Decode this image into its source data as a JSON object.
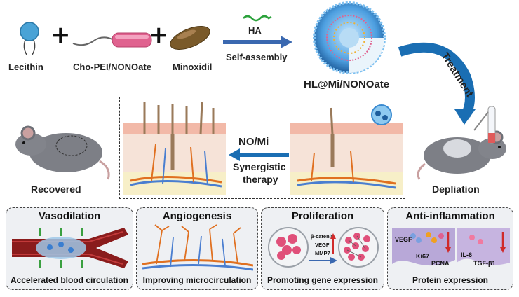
{
  "top": {
    "lecithin": "Lecithin",
    "polymer": "Cho-PEI/NONOate",
    "minoxidil": "Minoxidil",
    "ha": "HA",
    "assembly": "Self-assembly",
    "nanoparticle": "HL@Mi/NONOate",
    "treatment": "Treatment"
  },
  "middle": {
    "recovered": "Recovered",
    "depilation": "Depliation",
    "agent": "NO/Mi",
    "therapy_line1": "Synergistic",
    "therapy_line2": "therapy"
  },
  "panels": [
    {
      "title": "Vasodilation",
      "caption": "Accelerated blood circulation"
    },
    {
      "title": "Angiogenesis",
      "caption": "Improving microcirculation"
    },
    {
      "title": "Proliferation",
      "caption": "Promoting gene expression"
    },
    {
      "title": "Anti-inflammation",
      "caption": "Protein expression"
    }
  ],
  "proliferation_genes": [
    "β-catenin",
    "VEGF",
    "MMP7"
  ],
  "inflammation_labels": {
    "vegf": "VEGF",
    "ki67": "Ki67",
    "pcna": "PCNA",
    "il6": "IL-6",
    "tgf": "TGF-β1"
  }
}
